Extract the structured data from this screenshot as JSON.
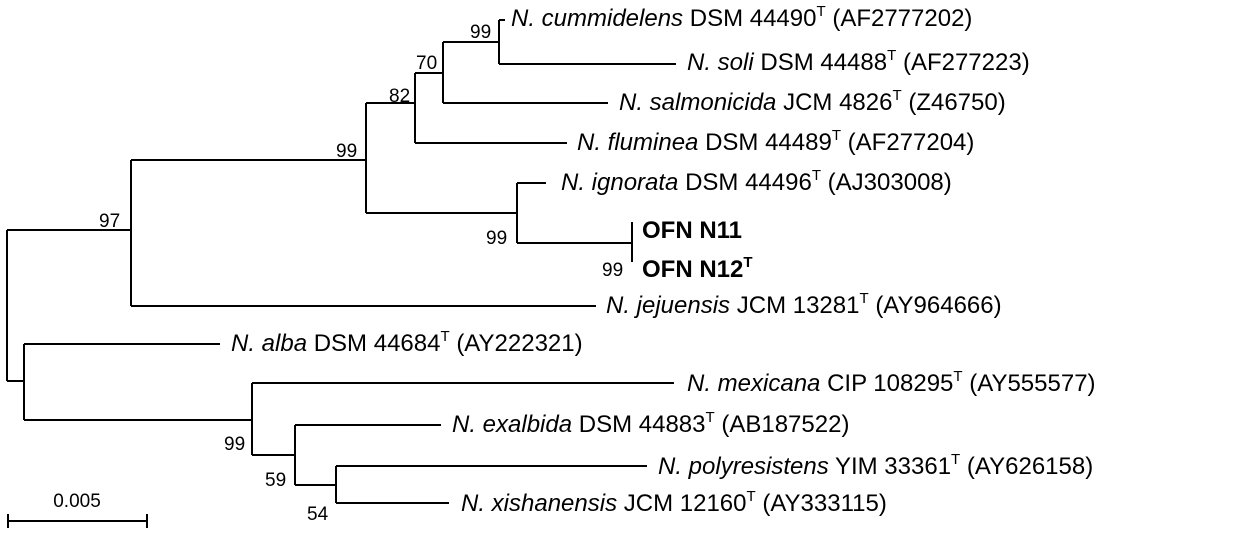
{
  "taxa": [
    {
      "id": "cummidelens",
      "genus": "N.",
      "species": "cummidelens",
      "strain": "DSM 44490",
      "sup": "T",
      "accession": "(AF2777202)"
    },
    {
      "id": "soli",
      "genus": "N.",
      "species": "soli",
      "strain": "DSM 44488",
      "sup": "T",
      "accession": "(AF277223)"
    },
    {
      "id": "salmonicida",
      "genus": "N.",
      "species": "salmonicida",
      "strain": "JCM 4826",
      "sup": "T",
      "accession": "(Z46750)"
    },
    {
      "id": "fluminea",
      "genus": "N.",
      "species": "fluminea",
      "strain": "DSM 44489",
      "sup": "T",
      "accession": "(AF277204)"
    },
    {
      "id": "ignorata",
      "genus": "N.",
      "species": "ignorata",
      "strain": "DSM 44496",
      "sup": "T",
      "accession": "(AJ303008)"
    },
    {
      "id": "ofn11",
      "bold_label": "OFN N11",
      "sup": ""
    },
    {
      "id": "ofn12",
      "bold_label": "OFN N12",
      "sup": "T"
    },
    {
      "id": "jejuensis",
      "genus": "N.",
      "species": "jejuensis",
      "strain": "JCM 13281",
      "sup": "T",
      "accession": "(AY964666)"
    },
    {
      "id": "alba",
      "genus": "N.",
      "species": "alba",
      "strain": "DSM 44684",
      "sup": "T",
      "accession": "(AY222321)"
    },
    {
      "id": "mexicana",
      "genus": "N.",
      "species": "mexicana",
      "strain": "CIP 108295",
      "sup": "T",
      "accession": "(AY555577)"
    },
    {
      "id": "exalbida",
      "genus": "N.",
      "species": "exalbida",
      "strain": "DSM 44883",
      "sup": "T",
      "accession": "(AB187522)"
    },
    {
      "id": "polyresistens",
      "genus": "N.",
      "species": "polyresistens",
      "strain": "YIM 33361",
      "sup": "T",
      "accession": "(AY626158)"
    },
    {
      "id": "xishanensis",
      "genus": "N.",
      "species": "xishanensis",
      "strain": "JCM 12160",
      "sup": "T",
      "accession": "(AY333115)"
    }
  ],
  "bootstrap": [
    {
      "node": "cummidelens-soli",
      "value": "99"
    },
    {
      "node": "upper-trio",
      "value": "70"
    },
    {
      "node": "upper-quad",
      "value": "82"
    },
    {
      "node": "upper-clade",
      "value": "99"
    },
    {
      "node": "ignorata-ofn",
      "value": "99"
    },
    {
      "node": "ofn-pair",
      "value": "99"
    },
    {
      "node": "top-clade",
      "value": "97"
    },
    {
      "node": "lower-clade",
      "value": "99"
    },
    {
      "node": "exalbida-group",
      "value": "59"
    },
    {
      "node": "polyresistens-xishanensis",
      "value": "54"
    }
  ],
  "scale_bar": {
    "label": "0.005"
  }
}
